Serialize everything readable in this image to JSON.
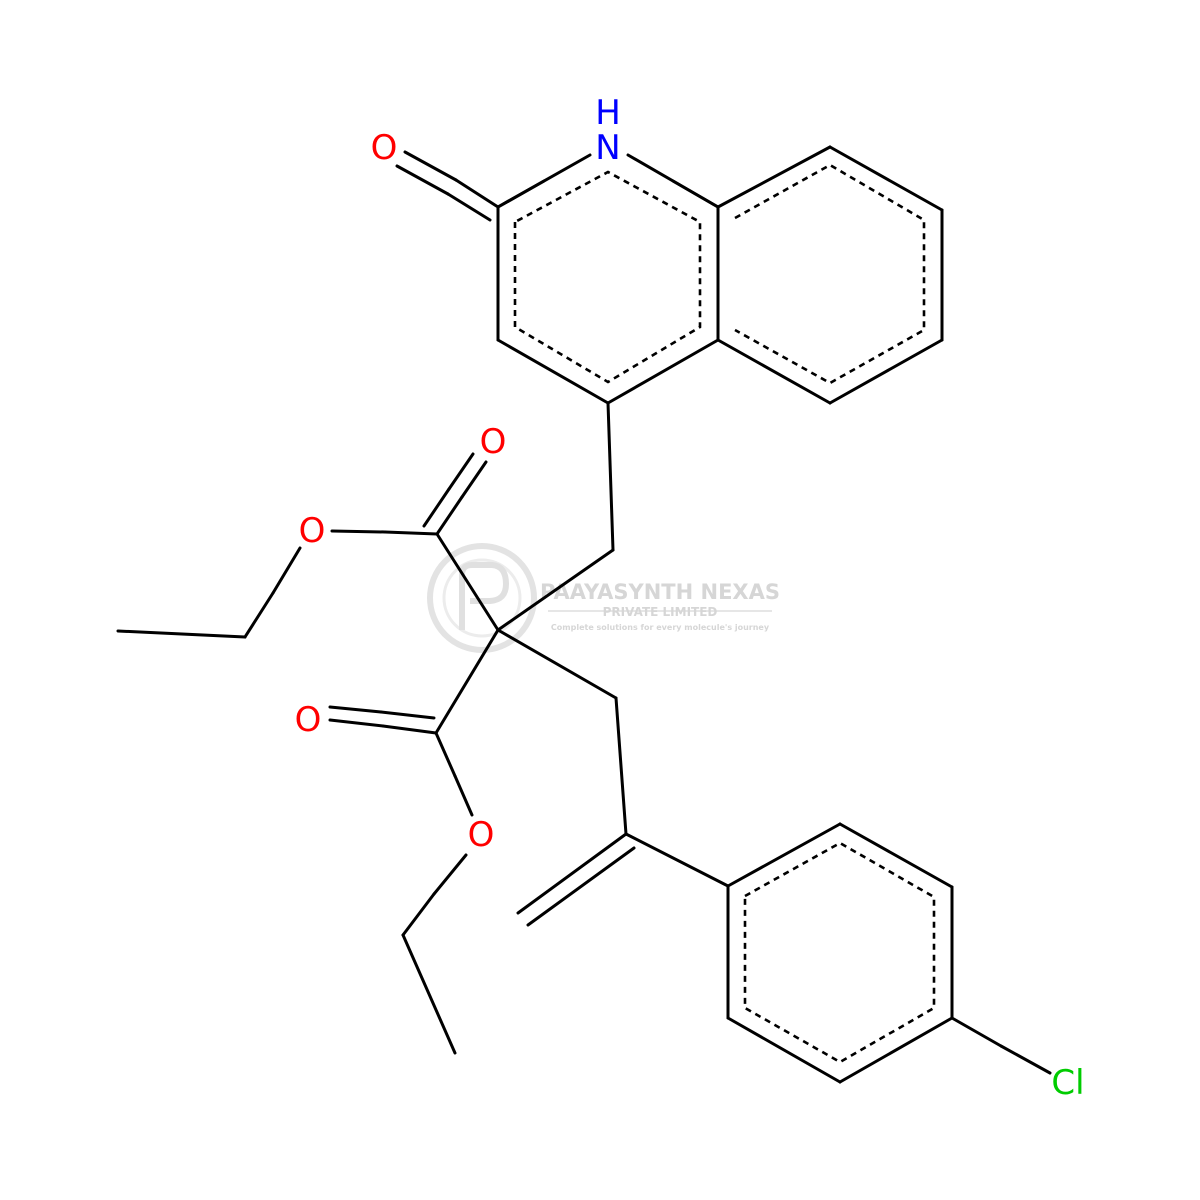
{
  "atoms": {
    "nh_h": "H",
    "nh_n": "N",
    "o_lactam": "O",
    "o_ester1_carbonyl": "O",
    "o_ester1_ether": "O",
    "o_ester2_carbonyl": "O",
    "o_ester2_ether": "O",
    "cl": "Cl"
  },
  "colors": {
    "oxygen": "#ff0000",
    "nitrogen": "#0000ff",
    "chlorine": "#00cc00",
    "bond": "#000000",
    "watermark": "#d6d6d6"
  },
  "watermark": {
    "company": "PAAYASYNTH NEXAS",
    "subtitle": "PRIVATE LIMITED",
    "tagline": "Complete solutions for every molecule's journey"
  }
}
